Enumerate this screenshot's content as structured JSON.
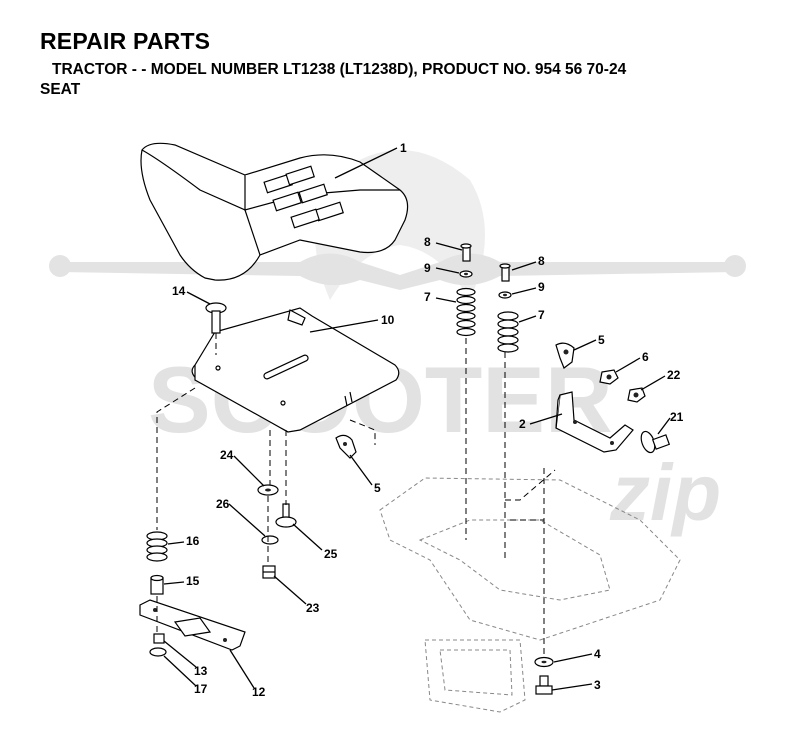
{
  "header": {
    "title": "REPAIR PARTS",
    "subtitle": "TRACTOR - - MODEL NUMBER LT1238 (LT1238D), PRODUCT NO. 954 56 70-24",
    "section": "SEAT"
  },
  "watermark": {
    "text": "SCOOTER",
    "script": "zip"
  },
  "callouts": [
    {
      "id": "c1",
      "label": "1"
    },
    {
      "id": "c8a",
      "label": "8"
    },
    {
      "id": "c9a",
      "label": "9"
    },
    {
      "id": "c8b",
      "label": "8"
    },
    {
      "id": "c9b",
      "label": "9"
    },
    {
      "id": "c7a",
      "label": "7"
    },
    {
      "id": "c7b",
      "label": "7"
    },
    {
      "id": "c14",
      "label": "14"
    },
    {
      "id": "c10",
      "label": "10"
    },
    {
      "id": "c5a",
      "label": "5"
    },
    {
      "id": "c6",
      "label": "6"
    },
    {
      "id": "c22",
      "label": "22"
    },
    {
      "id": "c2",
      "label": "2"
    },
    {
      "id": "c21",
      "label": "21"
    },
    {
      "id": "c24",
      "label": "24"
    },
    {
      "id": "c5b",
      "label": "5"
    },
    {
      "id": "c26",
      "label": "26"
    },
    {
      "id": "c25",
      "label": "25"
    },
    {
      "id": "c16",
      "label": "16"
    },
    {
      "id": "c15",
      "label": "15"
    },
    {
      "id": "c23",
      "label": "23"
    },
    {
      "id": "c4",
      "label": "4"
    },
    {
      "id": "c13",
      "label": "13"
    },
    {
      "id": "c3",
      "label": "3"
    },
    {
      "id": "c17",
      "label": "17"
    },
    {
      "id": "c12",
      "label": "12"
    }
  ]
}
